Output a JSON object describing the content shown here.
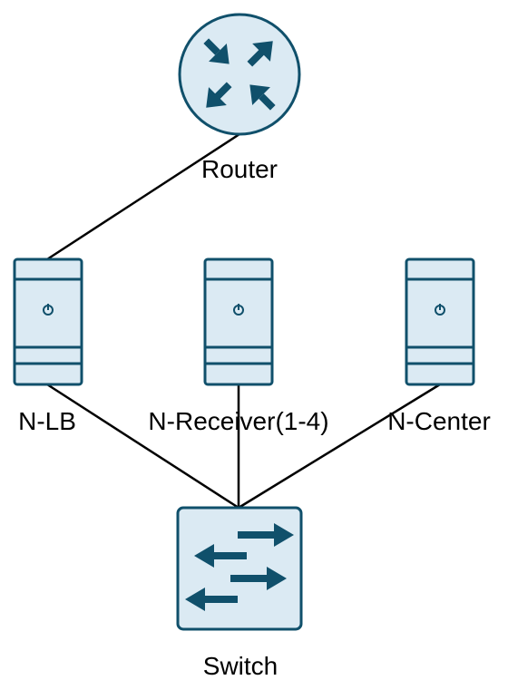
{
  "diagram": {
    "colors": {
      "icon_fill": "#dbeaf3",
      "icon_stroke": "#10506b",
      "arrow": "#10506b",
      "edge": "#000000",
      "label": "#000000",
      "background": "#ffffff"
    },
    "nodes": {
      "router": {
        "label": "Router",
        "icon": "router-icon"
      },
      "lb": {
        "label": "N-LB",
        "icon": "server-icon"
      },
      "receiver": {
        "label": "N-Receiver(1-4)",
        "icon": "server-icon"
      },
      "center": {
        "label": "N-Center",
        "icon": "server-icon"
      },
      "switch": {
        "label": "Switch",
        "icon": "switch-icon"
      }
    },
    "edges": [
      {
        "from": "router",
        "to": "lb"
      },
      {
        "from": "lb",
        "to": "switch"
      },
      {
        "from": "receiver",
        "to": "switch"
      },
      {
        "from": "center",
        "to": "switch"
      }
    ]
  }
}
